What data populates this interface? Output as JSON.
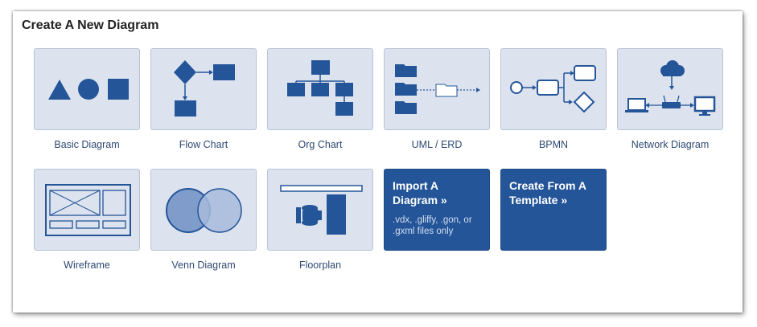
{
  "panel": {
    "title": "Create A New Diagram"
  },
  "colors": {
    "accent": "#245598",
    "card_bg": "#dde3ee",
    "label": "#2e4a72"
  },
  "templates": [
    {
      "label": "Basic Diagram",
      "icon": "shapes-icon"
    },
    {
      "label": "Flow Chart",
      "icon": "flowchart-icon"
    },
    {
      "label": "Org Chart",
      "icon": "org-chart-icon"
    },
    {
      "label": "UML / ERD",
      "icon": "uml-erd-icon"
    },
    {
      "label": "BPMN",
      "icon": "bpmn-icon"
    },
    {
      "label": "Network Diagram",
      "icon": "network-icon"
    },
    {
      "label": "Wireframe",
      "icon": "wireframe-icon"
    },
    {
      "label": "Venn Diagram",
      "icon": "venn-icon"
    },
    {
      "label": "Floorplan",
      "icon": "floorplan-icon"
    }
  ],
  "actions": {
    "import": {
      "heading": "Import A Diagram »",
      "sub": ".vdx, .gliffy, .gon, or .gxml files only"
    },
    "from_template": {
      "heading": "Create From A Template »"
    }
  }
}
